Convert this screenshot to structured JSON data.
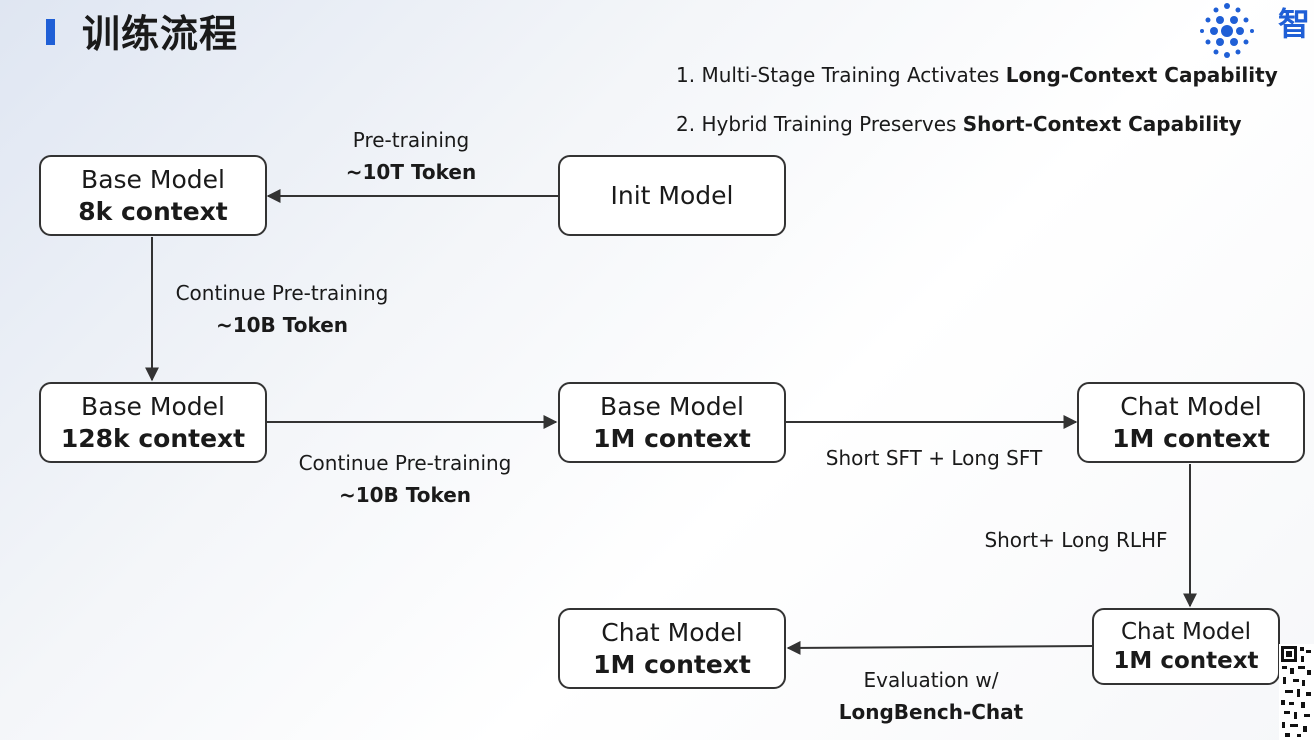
{
  "header": {
    "title": "训练流程",
    "logo_text": "智"
  },
  "notes": [
    {
      "prefix": "1. Multi-Stage Training Activates ",
      "bold": "Long-Context Capability"
    },
    {
      "prefix": "2. Hybrid Training Preserves ",
      "bold": "Short-Context Capability"
    }
  ],
  "nodes": {
    "init": {
      "line1": "Init Model"
    },
    "base8k": {
      "line1": "Base Model",
      "line2": "8k context"
    },
    "base128k": {
      "line1": "Base Model",
      "line2": "128k context"
    },
    "base1m": {
      "line1": "Base Model",
      "line2": "1M context"
    },
    "chat1m_sft": {
      "line1": "Chat Model",
      "line2": "1M context"
    },
    "chat1m_rlhf": {
      "line1": "Chat Model",
      "line2": "1M context"
    },
    "chat1m_final": {
      "line1": "Chat Model",
      "line2": "1M context"
    }
  },
  "edges": {
    "pretrain": {
      "line1": "Pre-training",
      "line2": "~10T Token"
    },
    "cont_pretrain_1": {
      "line1": "Continue Pre-training",
      "line2": "~10B Token"
    },
    "cont_pretrain_2": {
      "line1": "Continue Pre-training",
      "line2": "~10B Token"
    },
    "sft": {
      "line1": "Short SFT + Long SFT"
    },
    "rlhf": {
      "line1": "Short+ Long RLHF"
    },
    "eval": {
      "line1": "Evaluation w/",
      "line2": "LongBench-Chat"
    }
  },
  "colors": {
    "accent": "#1f5fd6",
    "stroke": "#333333"
  }
}
